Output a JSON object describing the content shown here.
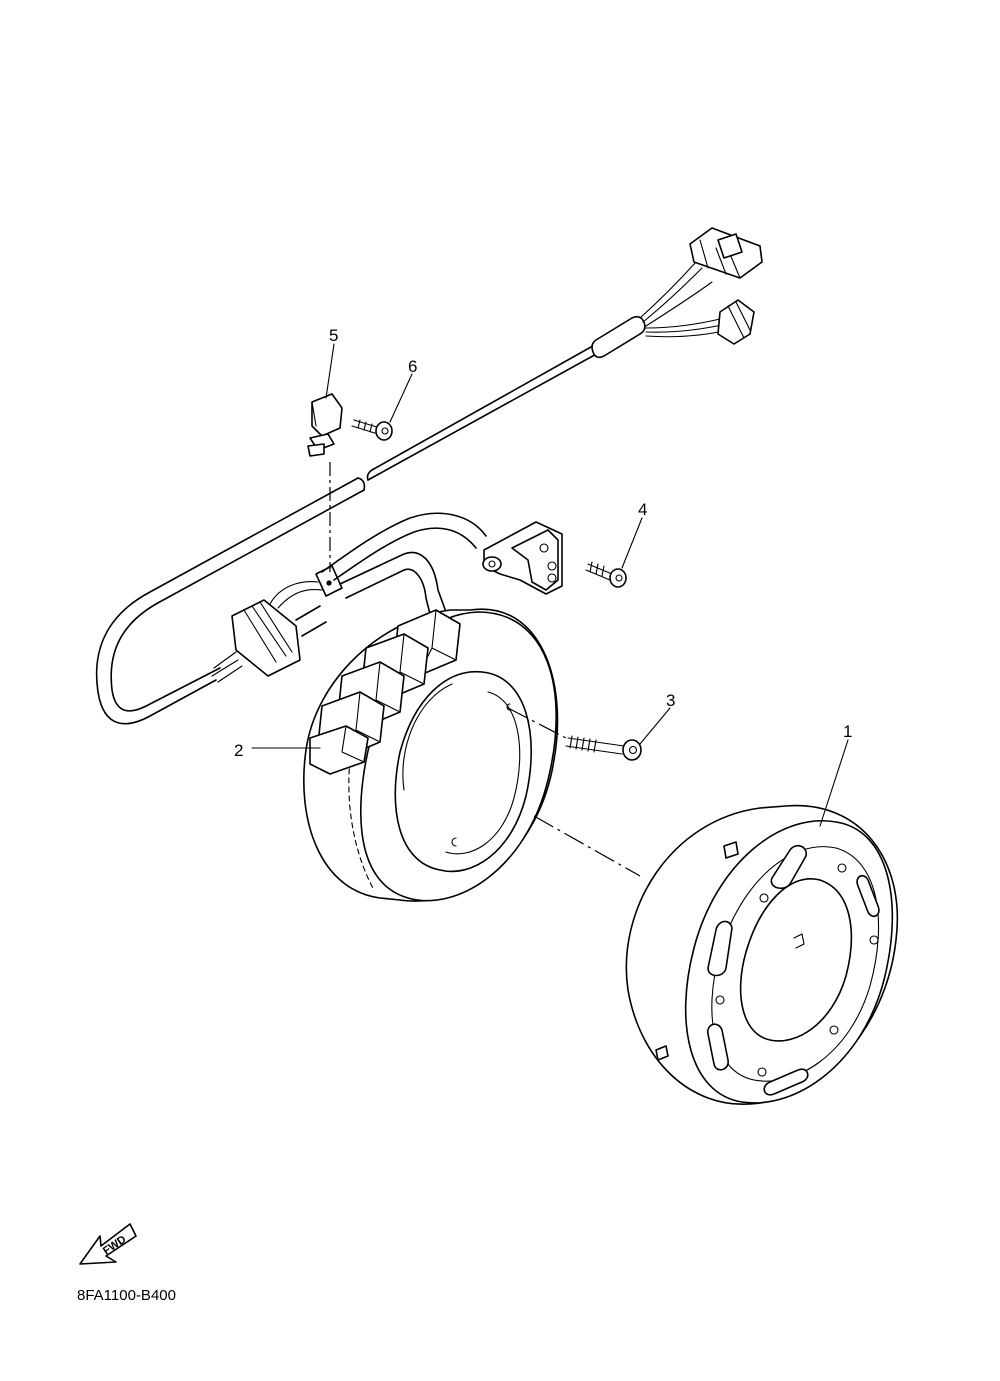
{
  "diagram": {
    "part_labels": [
      {
        "id": "1",
        "text": "1"
      },
      {
        "id": "2",
        "text": "2"
      },
      {
        "id": "3",
        "text": "3"
      },
      {
        "id": "4",
        "text": "4"
      },
      {
        "id": "5",
        "text": "5"
      },
      {
        "id": "6",
        "text": "6"
      }
    ],
    "fwd_arrow_text": "FWD",
    "diagram_code": "8FA1100-B400"
  }
}
